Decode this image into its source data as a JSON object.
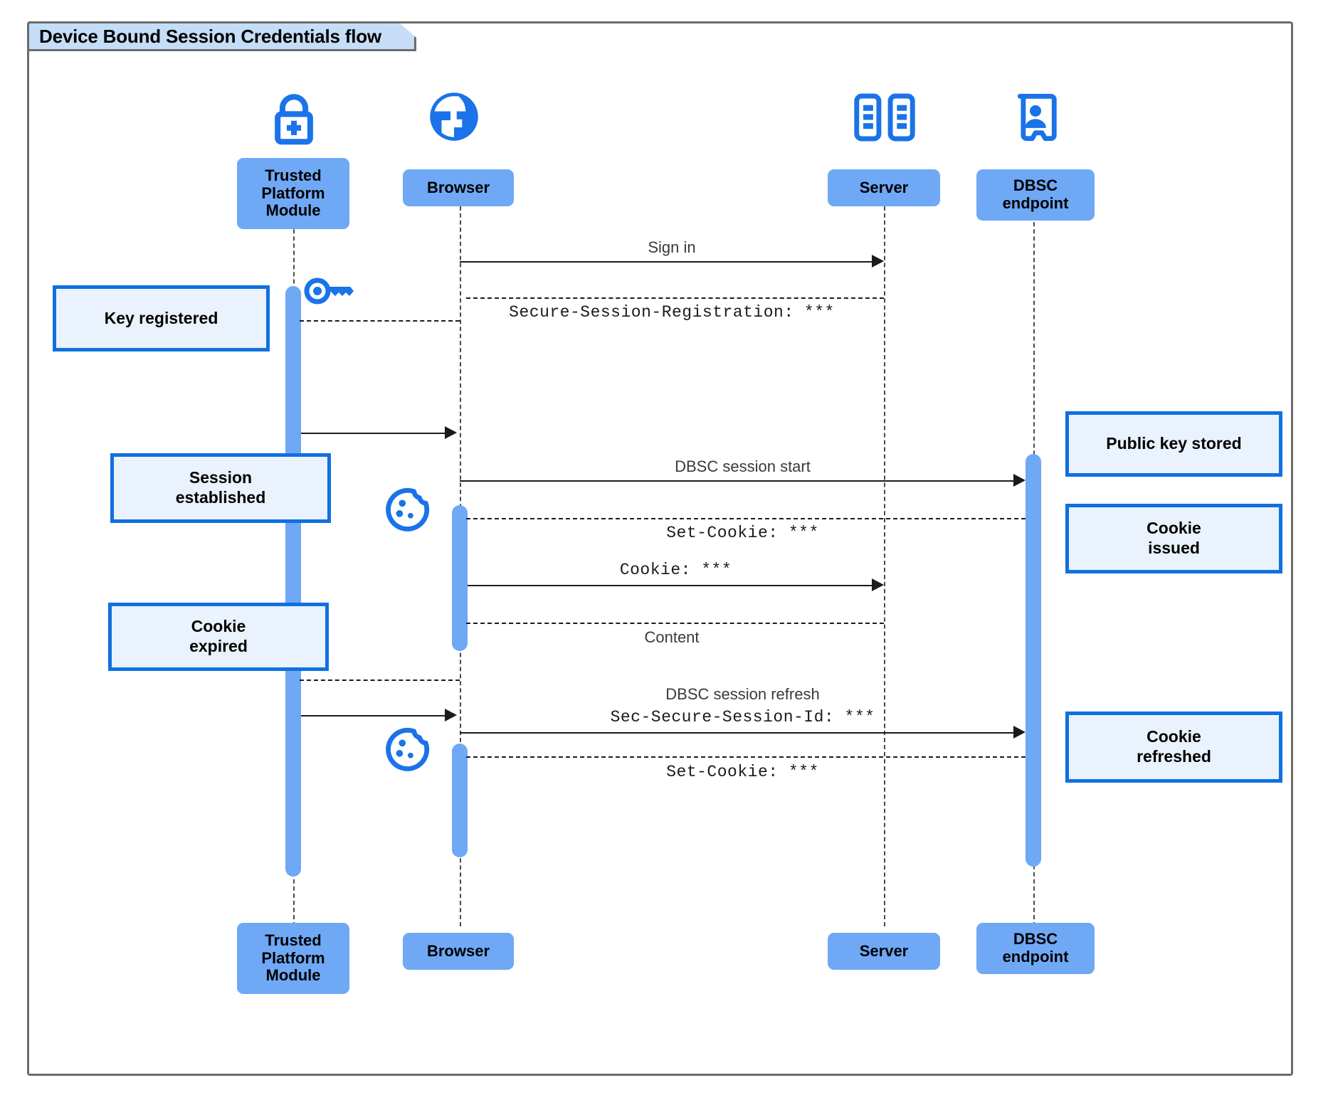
{
  "diagram": {
    "title": "Device Bound Session Credentials flow",
    "type": "uml-sequence"
  },
  "colors": {
    "participant_fill": "#6fa8f5",
    "note_fill": "#eaf2fd",
    "note_border": "#1070df",
    "icon_blue": "#1a73e8",
    "frame_border": "#6b6b6b",
    "title_fill": "#c5ddf6",
    "line": "#1b1b1b"
  },
  "participants": [
    {
      "id": "tpm",
      "label": "Trusted\nPlatform\nModule",
      "icon": "lock-plus-icon"
    },
    {
      "id": "browser",
      "label": "Browser",
      "icon": "globe-icon"
    },
    {
      "id": "server",
      "label": "Server",
      "icon": "server-rack-icon"
    },
    {
      "id": "dbsc",
      "label": "DBSC\nendpoint",
      "icon": "id-badge-icon"
    }
  ],
  "participants_bottom": [
    {
      "id": "tpm",
      "label": "Trusted\nPlatform\nModule"
    },
    {
      "id": "browser",
      "label": "Browser"
    },
    {
      "id": "server",
      "label": "Server"
    },
    {
      "id": "dbsc",
      "label": "DBSC\nendpoint"
    }
  ],
  "messages": [
    {
      "id": "m1",
      "from": "browser",
      "to": "server",
      "label": "Sign in",
      "style": "solid",
      "font": "sans"
    },
    {
      "id": "m2",
      "from": "server",
      "to": "browser",
      "label": "Secure-Session-Registration: ***",
      "style": "dashed",
      "font": "mono"
    },
    {
      "id": "m3",
      "from": "browser",
      "to": "tpm",
      "label": "",
      "style": "dashed",
      "font": "sans"
    },
    {
      "id": "m4",
      "from": "tpm",
      "to": "browser",
      "label": "",
      "style": "solid",
      "font": "sans"
    },
    {
      "id": "m5",
      "from": "browser",
      "to": "dbsc",
      "label": "DBSC session start",
      "style": "solid",
      "font": "sans"
    },
    {
      "id": "m6",
      "from": "dbsc",
      "to": "browser",
      "label": "Set-Cookie: ***",
      "style": "dashed",
      "font": "mono"
    },
    {
      "id": "m7",
      "from": "browser",
      "to": "server",
      "label": "Cookie: ***",
      "style": "solid",
      "font": "mono"
    },
    {
      "id": "m8",
      "from": "server",
      "to": "browser",
      "label": "Content",
      "style": "dashed",
      "font": "sans"
    },
    {
      "id": "m9",
      "from": "browser",
      "to": "tpm",
      "label": "",
      "style": "dashed",
      "font": "sans"
    },
    {
      "id": "m10",
      "from": "tpm",
      "to": "browser",
      "label": "",
      "style": "solid",
      "font": "sans"
    },
    {
      "id": "m11",
      "from": "browser",
      "to": "dbsc",
      "label": "DBSC session refresh",
      "label2": "Sec-Secure-Session-Id: ***",
      "style": "solid",
      "font": "sans"
    },
    {
      "id": "m12",
      "from": "dbsc",
      "to": "browser",
      "label": "Set-Cookie: ***",
      "style": "dashed",
      "font": "mono"
    }
  ],
  "notes": [
    {
      "id": "n1",
      "text": "Key registered",
      "side": "left",
      "attached": "tpm"
    },
    {
      "id": "n2",
      "text": "Session\nestablished",
      "side": "left",
      "attached": "tpm"
    },
    {
      "id": "n3",
      "text": "Cookie\nexpired",
      "side": "left",
      "attached": "tpm"
    },
    {
      "id": "n4",
      "text": "Public key stored",
      "side": "right",
      "attached": "dbsc"
    },
    {
      "id": "n5",
      "text": "Cookie\nissued",
      "side": "right",
      "attached": "dbsc"
    },
    {
      "id": "n6",
      "text": "Cookie\nrefreshed",
      "side": "right",
      "attached": "dbsc"
    }
  ],
  "decorations": [
    {
      "id": "d1",
      "icon": "key-icon",
      "near": "tpm"
    },
    {
      "id": "d2",
      "icon": "cookie-icon",
      "near": "browser"
    },
    {
      "id": "d3",
      "icon": "cookie-icon",
      "near": "browser"
    }
  ]
}
